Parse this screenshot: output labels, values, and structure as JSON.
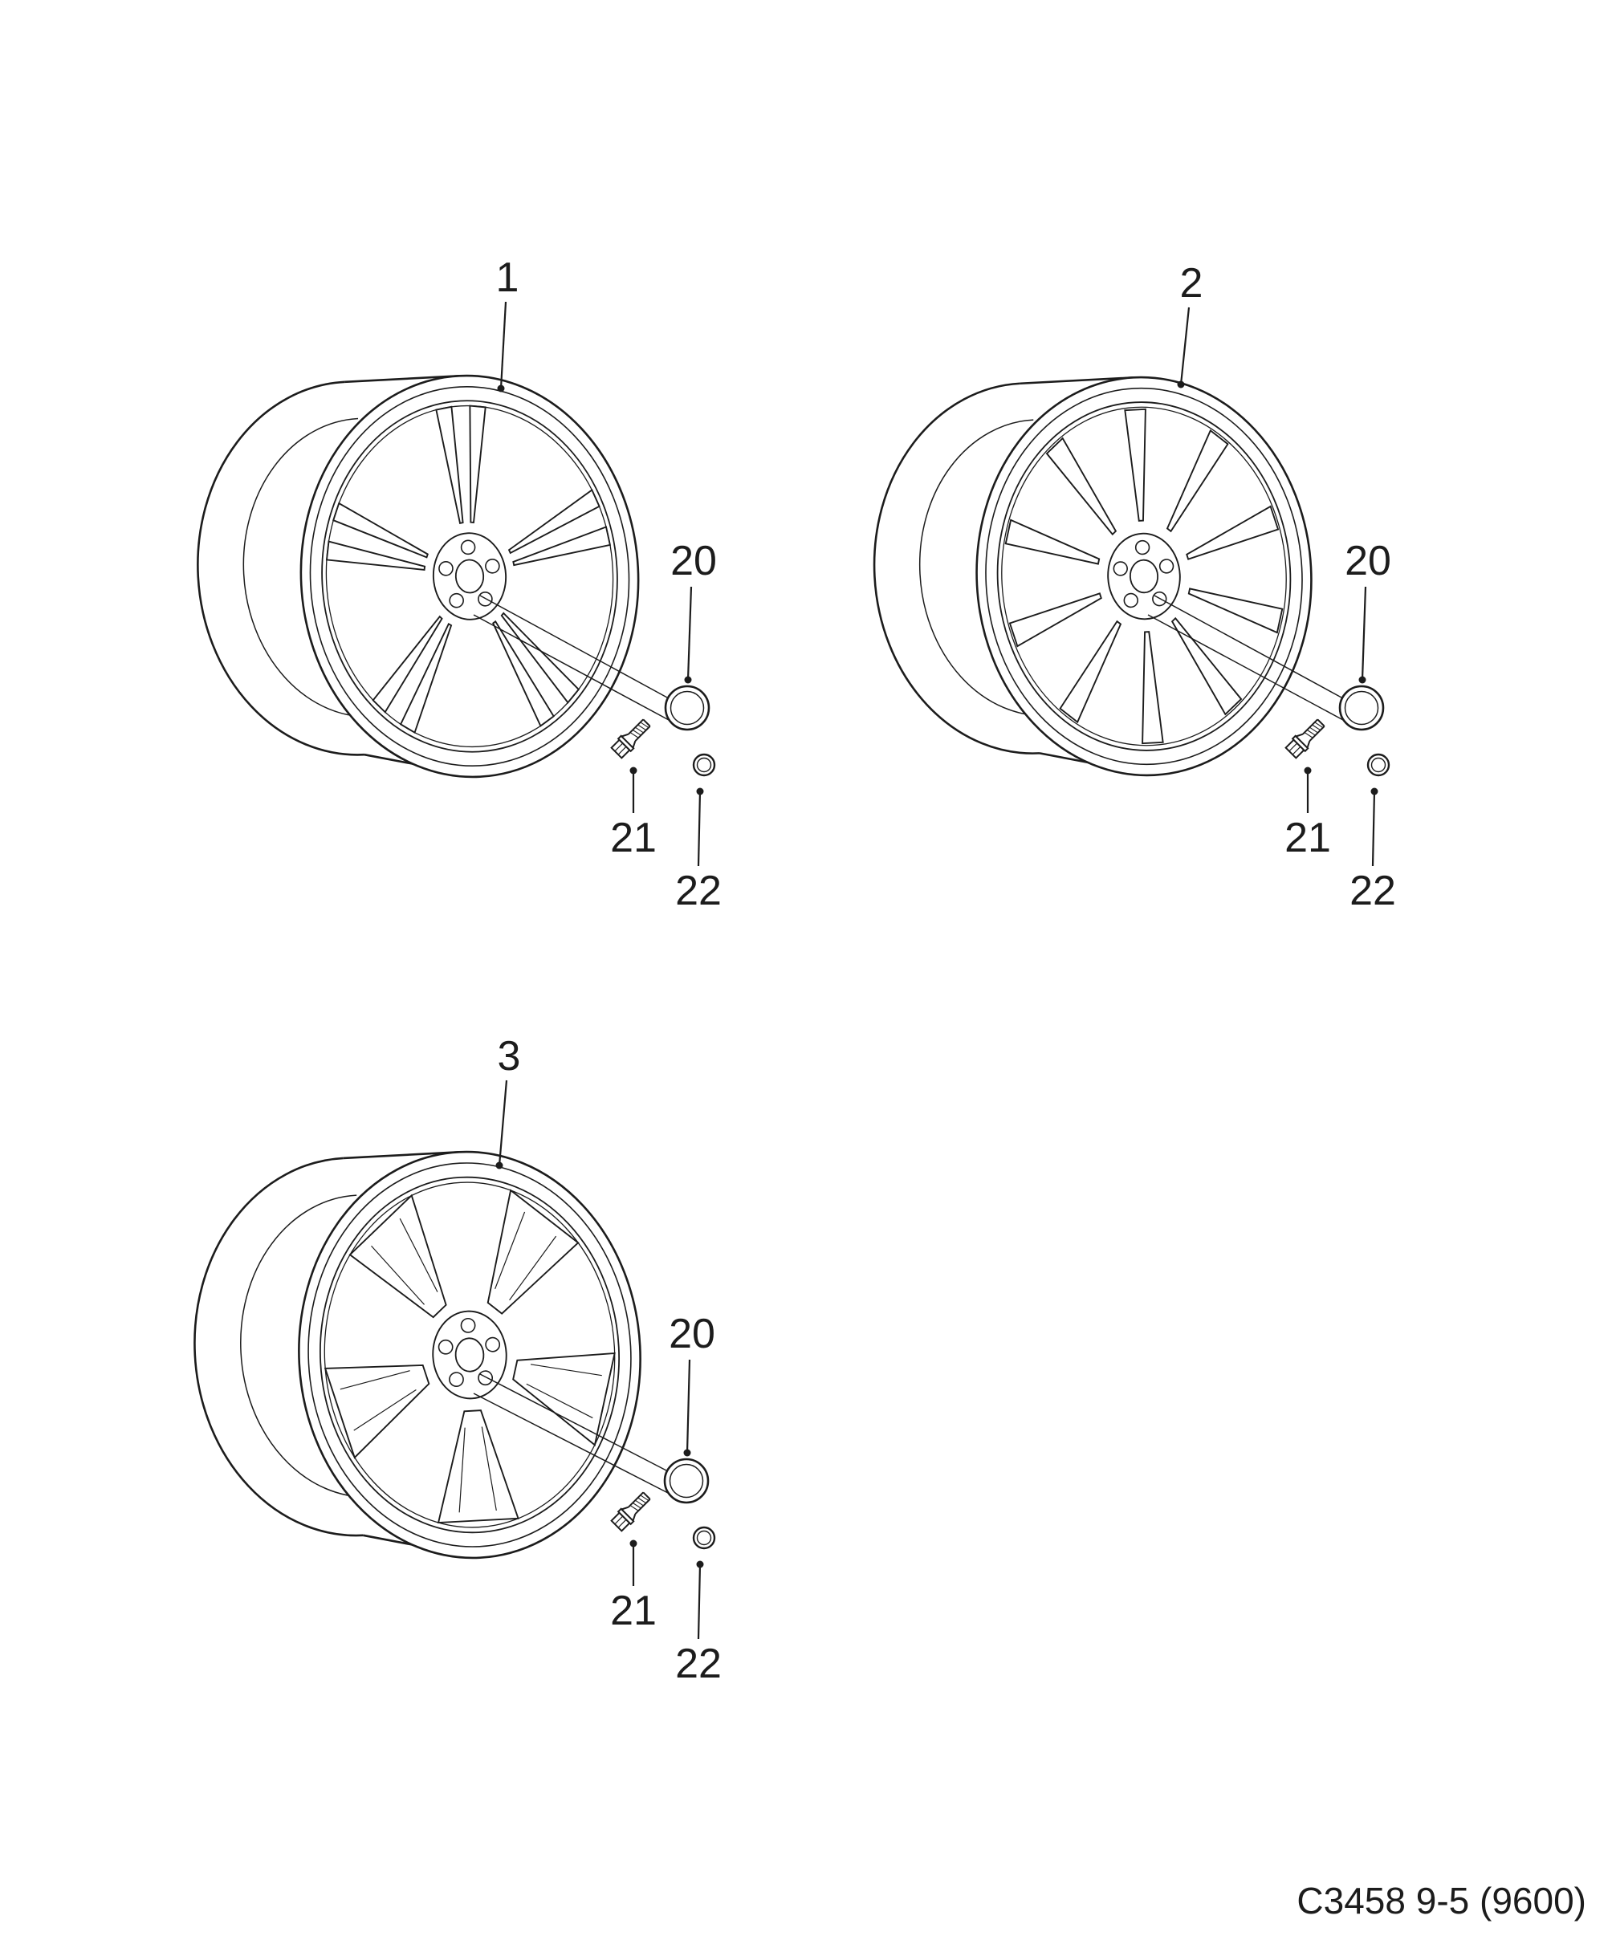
{
  "figure": {
    "code": "C3458 9-5 (9600)",
    "callouts": {
      "wheel1": "1",
      "wheel2": "2",
      "wheel3": "3",
      "cap": "20",
      "bolt": "21",
      "nut": "22"
    },
    "colors": {
      "line": "#1c1c1c",
      "background": "#ffffff"
    }
  }
}
